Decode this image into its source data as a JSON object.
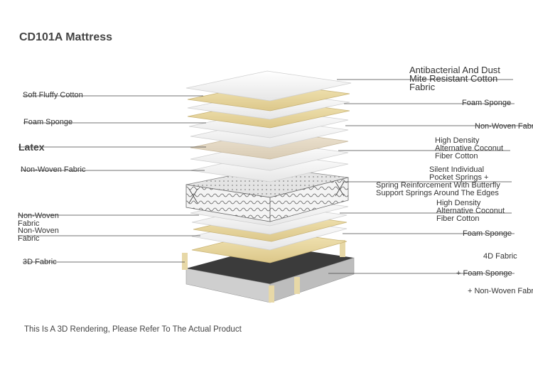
{
  "title": "CD101A Mattress",
  "footer_note": "This Is A 3D Rendering, Please Refer To The Actual Product",
  "layers_left": [
    {
      "lines": [
        "Soft Fluffy Cotton"
      ]
    },
    {
      "lines": [
        "Foam Sponge"
      ]
    },
    {
      "lines": [
        "Latex"
      ]
    },
    {
      "lines": [
        "Non-Woven Fabric"
      ]
    },
    {
      "lines": [
        "Non-Woven",
        "Fabric"
      ]
    },
    {
      "lines": [
        "Non-Woven",
        "Fabric"
      ]
    },
    {
      "lines": [
        "3D Fabric"
      ]
    }
  ],
  "layers_right": [
    {
      "lines": [
        "Antibacterial And Dust",
        "Mite Resistant Cotton",
        "Fabric"
      ]
    },
    {
      "lines": [
        "Foam Sponge"
      ]
    },
    {
      "lines": [
        "Non-Woven Fabric"
      ]
    },
    {
      "lines": [
        "High Density",
        "Alternative Coconut",
        "Fiber Cotton"
      ]
    },
    {
      "lines": [
        "Silent Individual",
        "Pocket Springs +"
      ]
    },
    {
      "lines": [
        "Spring Reinforcement With Butterfly",
        "Support Springs Around The Edges"
      ]
    },
    {
      "lines": [
        "High Density",
        "Alternative Coconut",
        "Fiber Cotton"
      ]
    },
    {
      "lines": [
        "Foam Sponge"
      ]
    },
    {
      "lines": [
        "4D Fabric"
      ]
    },
    {
      "lines": [
        "+ Foam Sponge"
      ]
    },
    {
      "lines": [
        "+ Non-Woven Fabric"
      ]
    }
  ]
}
